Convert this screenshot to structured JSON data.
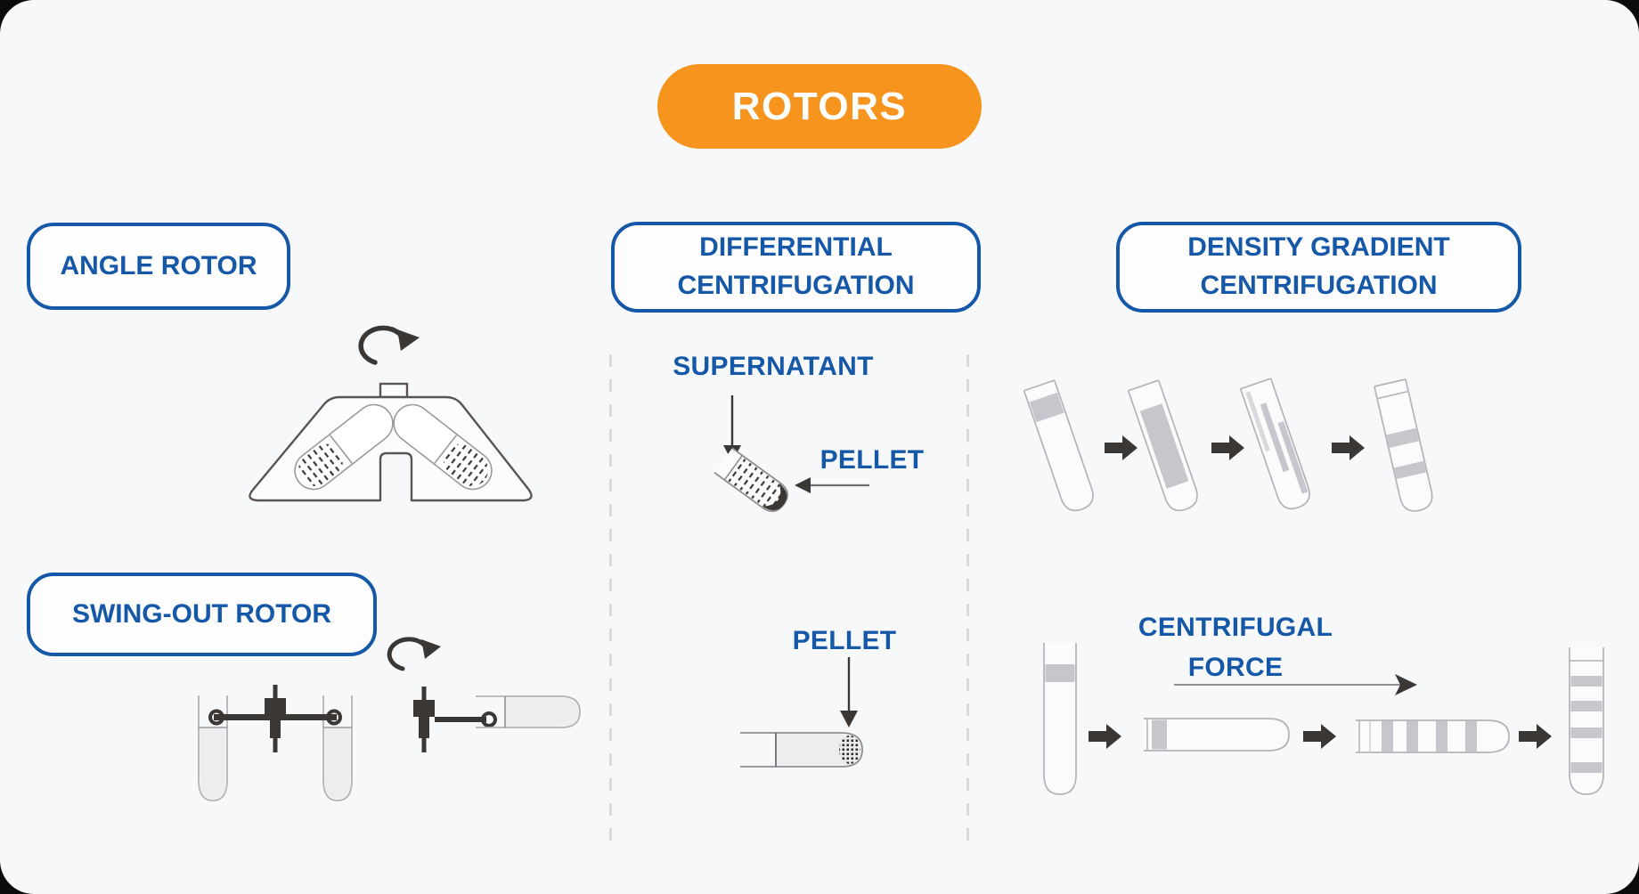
{
  "title": {
    "label": "ROTORS"
  },
  "colors": {
    "accent_orange": "#F7941E",
    "accent_blue": "#1658A8",
    "ink_dark": "#3B3735",
    "tube_outline": "#B3B3B8",
    "band_gray": "#C6C6CD",
    "tube_fill": "#EDEDF0",
    "divider_gray": "#D9D9DE",
    "background": "#F7F8FA"
  },
  "rotor_column": {
    "angle_rotor_label": "ANGLE ROTOR",
    "swing_out_rotor_label": "SWING-OUT ROTOR"
  },
  "differential_column": {
    "title_line1": "DIFFERENTIAL",
    "title_line2": "CENTRIFUGATION",
    "supernatant_label": "SUPERNATANT",
    "pellet_label": "PELLET",
    "pellet_label_2": "PELLET"
  },
  "density_column": {
    "title_line1": "DENSITY GRADIENT",
    "title_line2": "CENTRIFUGATION",
    "centrifugal_force_line1": "CENTRIFUGAL",
    "centrifugal_force_line2": "FORCE"
  }
}
